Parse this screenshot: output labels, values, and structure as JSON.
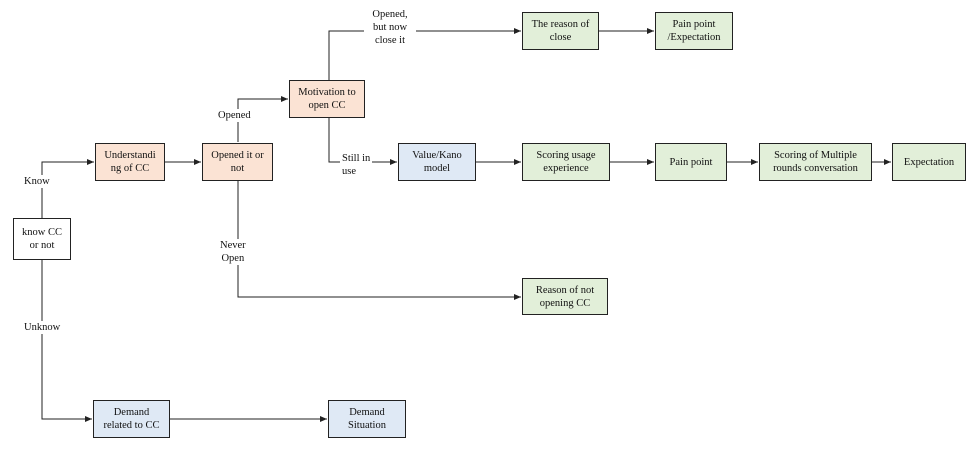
{
  "nodes": {
    "know_cc": "know CC\nor not",
    "understanding": "Understandi\nng of CC",
    "opened_or_not": "Opened it or\nnot",
    "motivation": "Motivation to\nopen CC",
    "reason_close": "The reason of\nclose",
    "pain_expectation": "Pain point\n/Expectation",
    "value_kano": "Value/Kano\nmodel",
    "scoring_usage": "Scoring usage\nexperience",
    "pain_point": "Pain point",
    "scoring_multi": "Scoring of Multiple\nrounds conversation",
    "expectation": "Expectation",
    "reason_not_opening": "Reason of not\nopening CC",
    "demand_related": "Demand\nrelated to CC",
    "demand_situation": "Demand\nSituation"
  },
  "edge_labels": {
    "know": "Know",
    "unknow": "Unknow",
    "opened": "Opened",
    "never_open": "Never\nOpen",
    "opened_but_close": "Opened,\nbut  now\nclose it",
    "still_in_use": "Still in\nuse"
  },
  "colors": {
    "stroke": "#222222",
    "white": "#ffffff",
    "orange": "#fbe3d4",
    "blue": "#dfe9f5",
    "green": "#e2efd9"
  }
}
